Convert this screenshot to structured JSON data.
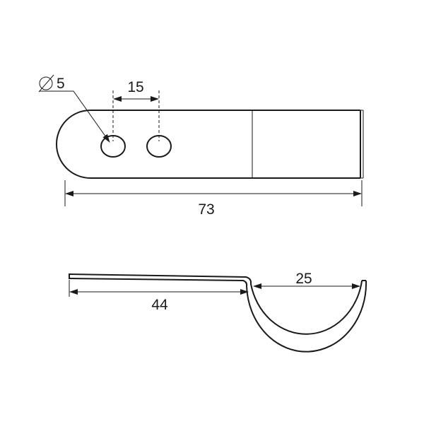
{
  "dimensions": {
    "hole_diameter": "5",
    "hole_spacing": "15",
    "overall_length": "73",
    "flat_length": "44",
    "curve_width": "25"
  },
  "colors": {
    "line": "#1a1a1a",
    "background": "#ffffff"
  },
  "icons": {
    "diameter_symbol": "diameter-icon"
  }
}
